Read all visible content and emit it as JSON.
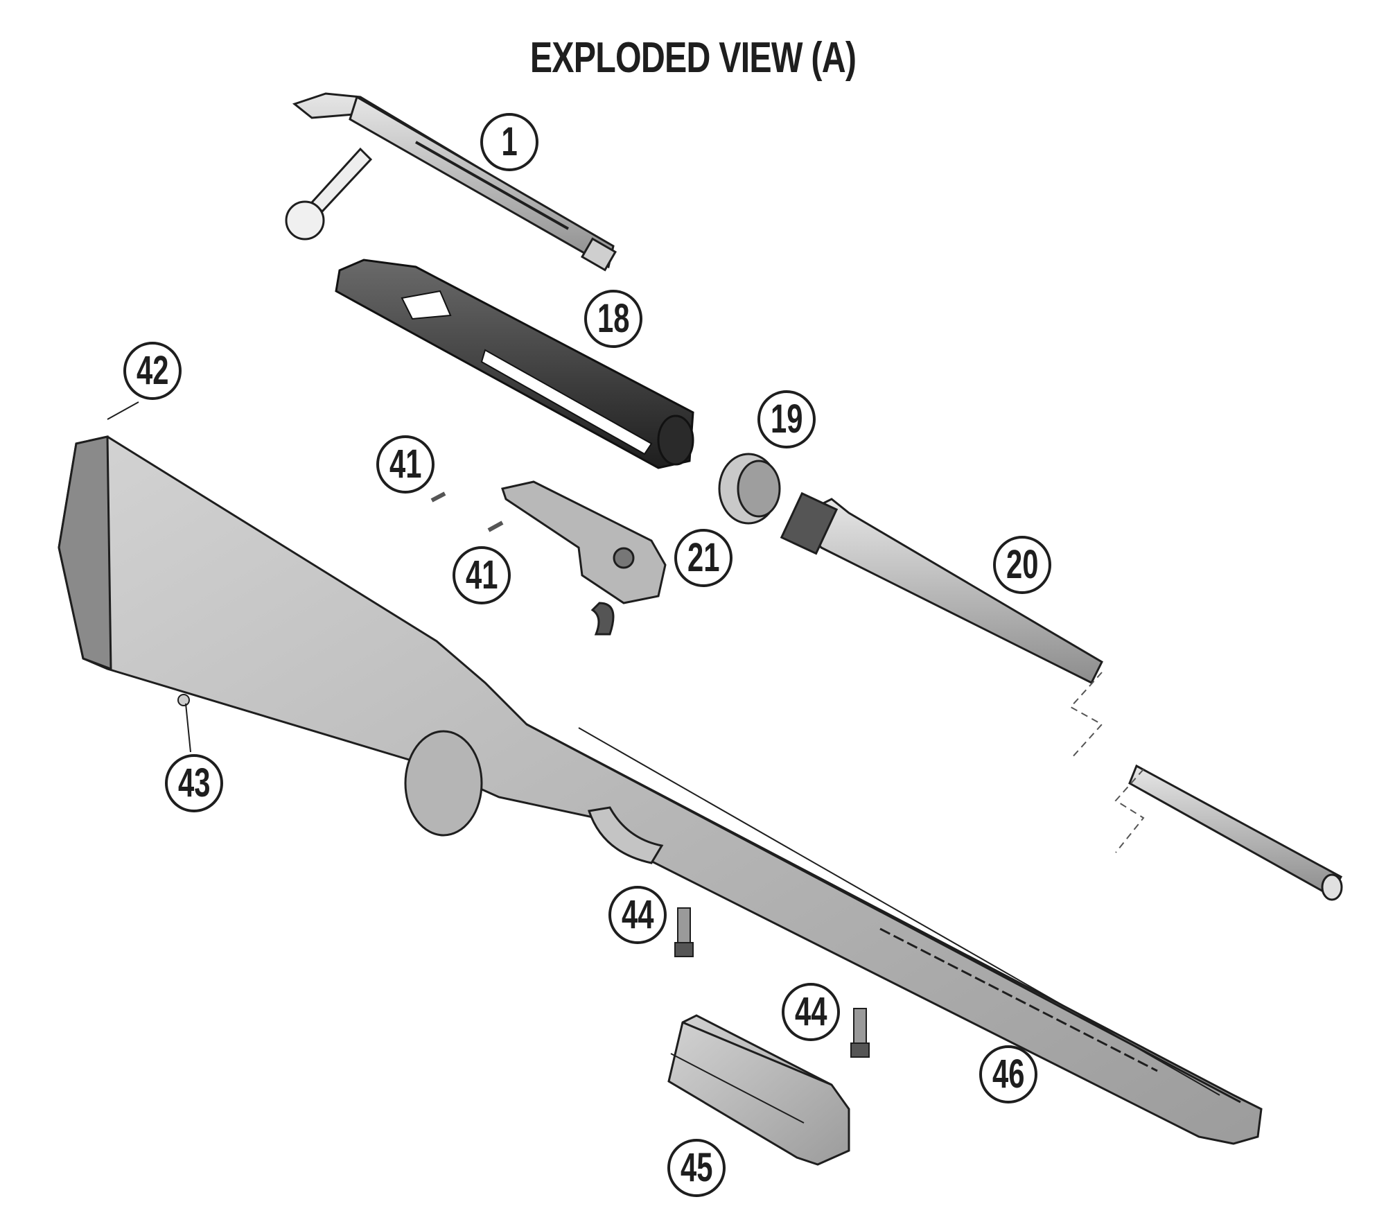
{
  "title": "EXPLODED VIEW (A)",
  "colors": {
    "ink": "#1e1e1e",
    "part_light": "#c8c8c8",
    "part_mid": "#a9a9a9",
    "part_dark": "#3a3a3a",
    "background": "#ffffff"
  },
  "callouts": [
    {
      "id": "c1",
      "label": "1",
      "part": "bolt-assembly"
    },
    {
      "id": "c18",
      "label": "18",
      "part": "receiver"
    },
    {
      "id": "c42",
      "label": "42",
      "part": "recoil-pad"
    },
    {
      "id": "c19",
      "label": "19",
      "part": "barrel-nut"
    },
    {
      "id": "c41a",
      "label": "41",
      "part": "trigger-pin"
    },
    {
      "id": "c41b",
      "label": "41",
      "part": "trigger-pin"
    },
    {
      "id": "c21",
      "label": "21",
      "part": "trigger-assembly"
    },
    {
      "id": "c20",
      "label": "20",
      "part": "barrel"
    },
    {
      "id": "c43",
      "label": "43",
      "part": "sling-swivel-stud"
    },
    {
      "id": "c44a",
      "label": "44",
      "part": "action-screw"
    },
    {
      "id": "c44b",
      "label": "44",
      "part": "action-screw"
    },
    {
      "id": "c46",
      "label": "46",
      "part": "stock"
    },
    {
      "id": "c45",
      "label": "45",
      "part": "magazine"
    }
  ]
}
